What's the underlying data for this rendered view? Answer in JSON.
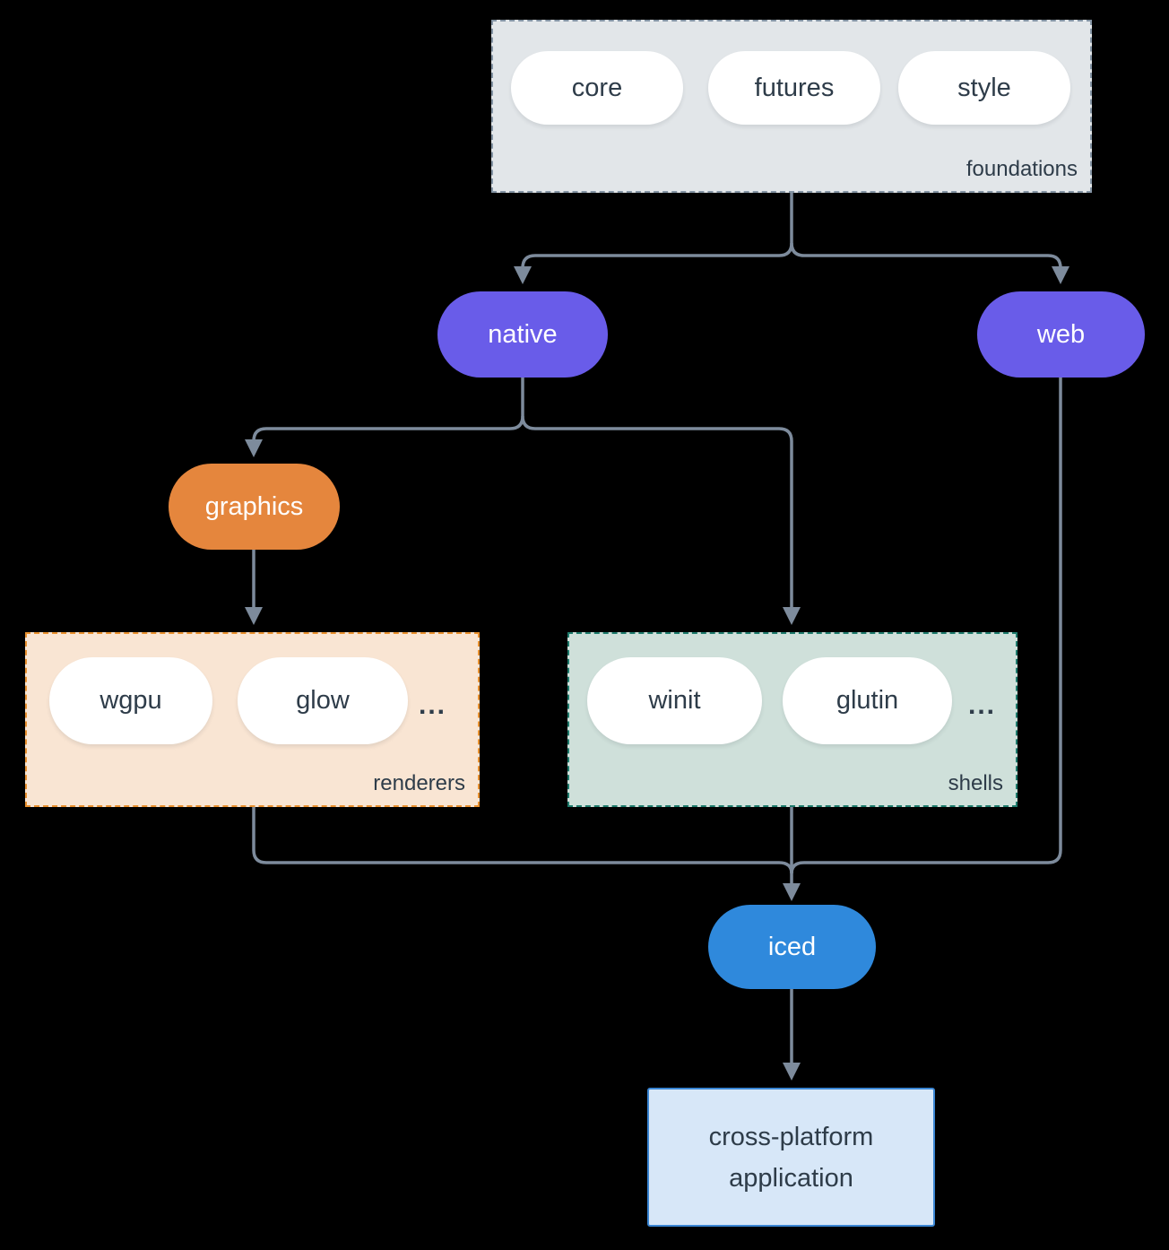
{
  "colors": {
    "background": "#000000",
    "edge": "#7d8b9c",
    "text_dark": "#2e3c49",
    "pill_white": "#ffffff",
    "purple": "#695ce9",
    "orange": "#e5863d",
    "blue": "#2f89dc",
    "foundations_fill": "#e2e6e9",
    "foundations_border": "#8494a4",
    "renderers_fill": "#f9e5d3",
    "renderers_border": "#e8902e",
    "shells_fill": "#cfe0da",
    "shells_border": "#1e7b6c",
    "app_fill": "#d7e7f8",
    "app_border": "#3a86d4"
  },
  "groups": {
    "foundations": {
      "label": "foundations",
      "pills": [
        "core",
        "futures",
        "style"
      ]
    },
    "renderers": {
      "label": "renderers",
      "pills": [
        "wgpu",
        "glow"
      ],
      "more": "..."
    },
    "shells": {
      "label": "shells",
      "pills": [
        "winit",
        "glutin"
      ],
      "more": "..."
    }
  },
  "nodes": {
    "native": {
      "label": "native"
    },
    "web": {
      "label": "web"
    },
    "graphics": {
      "label": "graphics"
    },
    "iced": {
      "label": "iced"
    },
    "application": {
      "label": "cross-platform application",
      "lines": [
        "cross-platform",
        "application"
      ]
    }
  },
  "edges": [
    {
      "from": "foundations",
      "to": "native"
    },
    {
      "from": "foundations",
      "to": "web"
    },
    {
      "from": "native",
      "to": "graphics"
    },
    {
      "from": "native",
      "to": "shells"
    },
    {
      "from": "graphics",
      "to": "renderers"
    },
    {
      "from": "renderers",
      "to": "iced"
    },
    {
      "from": "shells",
      "to": "iced"
    },
    {
      "from": "web",
      "to": "iced"
    },
    {
      "from": "iced",
      "to": "application"
    }
  ]
}
